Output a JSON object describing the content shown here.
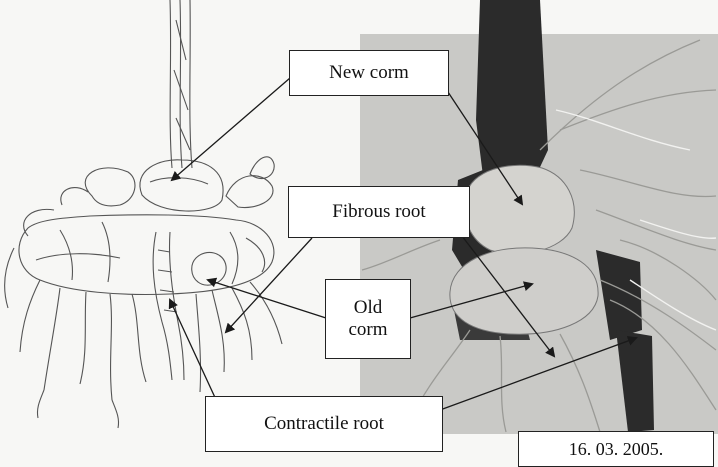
{
  "labels": {
    "new_corm": "New corm",
    "fibrous_root": "Fibrous root",
    "old_corm_line1": "Old",
    "old_corm_line2": "corm",
    "contractile_root": "Contractile root",
    "date": "16. 03. 2005."
  },
  "colors": {
    "ink": "#222222",
    "photo_background": "#c9c9c6",
    "corm": "#d4d3cf",
    "dark_tissue": "#2b2b2b"
  }
}
